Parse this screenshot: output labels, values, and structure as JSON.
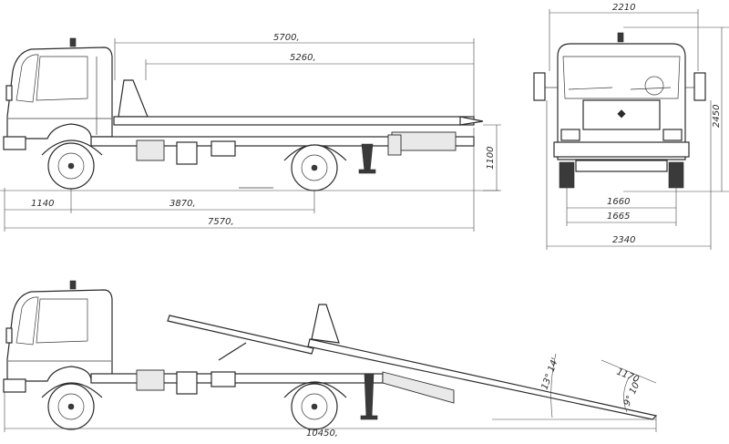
{
  "dimensions": {
    "platform_length": "5700,",
    "platform_inner_length": "5260,",
    "front_overhang": "1140",
    "wheelbase": "3870,",
    "overall_length": "7570,",
    "frame_height": "1100",
    "overall_width": "2210",
    "overall_height": "2450",
    "front_track": "1660",
    "rear_track": "1665",
    "mirror_width": "2340",
    "loading_length": "10450,",
    "ramp_angle": "13° 14'",
    "tail_angle": "9° 10'",
    "tail_length": "1170"
  }
}
